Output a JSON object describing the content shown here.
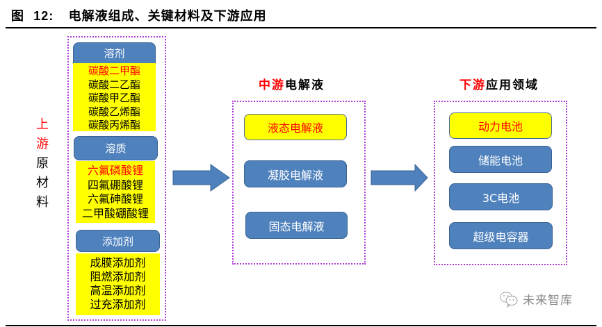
{
  "figure": {
    "label": "图",
    "number": "12:",
    "title": "电解液组成、关键材料及下游应用"
  },
  "upstream": {
    "label_red": [
      "上",
      "游"
    ],
    "label_black": [
      "原",
      "材",
      "料"
    ],
    "categories": [
      {
        "name": "溶剂",
        "items": [
          {
            "text": "碳酸二甲酯",
            "highlight": true
          },
          {
            "text": "碳酸二乙酯",
            "highlight": false
          },
          {
            "text": "碳酸甲乙酯",
            "highlight": false
          },
          {
            "text": "碳酸乙烯酯",
            "highlight": false
          },
          {
            "text": "碳酸丙烯酯",
            "highlight": false
          }
        ]
      },
      {
        "name": "溶质",
        "items": [
          {
            "text": "六氟磷酸锂",
            "highlight": true
          },
          {
            "text": "四氟硼酸锂",
            "highlight": false
          },
          {
            "text": "六氟砷酸锂",
            "highlight": false
          },
          {
            "text": "二甲酸硼酸锂",
            "highlight": false
          }
        ]
      },
      {
        "name": "添加剂",
        "items": [
          {
            "text": "成膜添加剂",
            "highlight": false
          },
          {
            "text": "阻燃添加剂",
            "highlight": false
          },
          {
            "text": "高温添加剂",
            "highlight": false
          },
          {
            "text": "过充添加剂",
            "highlight": false
          }
        ]
      }
    ]
  },
  "midstream": {
    "heading_red": "中游",
    "heading_black": "电解液",
    "nodes": [
      {
        "text": "液态电解液",
        "highlight": true
      },
      {
        "text": "凝胶电解液",
        "highlight": false
      },
      {
        "text": "固态电解液",
        "highlight": false
      }
    ]
  },
  "downstream": {
    "heading_red": "下游",
    "heading_black": "应用领域",
    "nodes": [
      {
        "text": "动力电池",
        "highlight": true
      },
      {
        "text": "储能电池",
        "highlight": false
      },
      {
        "text": "3C电池",
        "highlight": false
      },
      {
        "text": "超级电容器",
        "highlight": false
      }
    ]
  },
  "watermark": {
    "icon": "wechat-icon",
    "text": "未来智库"
  },
  "colors": {
    "node_blue": "#4f81bd",
    "highlight_yellow": "#ffff00",
    "highlight_text_red": "#ff0000",
    "panel_border_purple": "#b23cd6"
  }
}
